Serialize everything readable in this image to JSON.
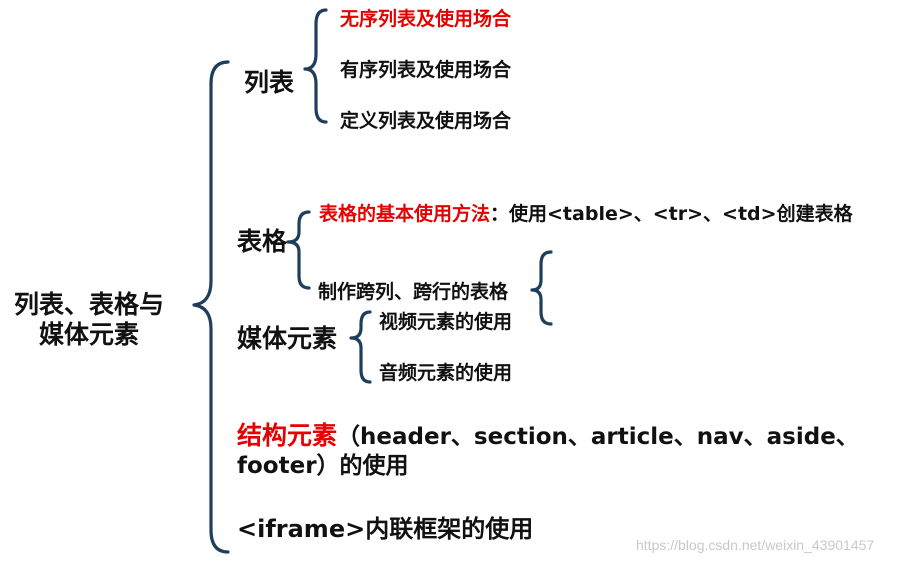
{
  "root": {
    "line1": "列表、表格与",
    "line2": "媒体元素"
  },
  "lists": {
    "title": "列表",
    "unordered": "无序列表及使用场合",
    "ordered": "有序列表及使用场合",
    "definition": "定义列表及使用场合"
  },
  "tables": {
    "title": "表格",
    "basic_label": "表格的基本使用方法",
    "basic_desc": "：使用<table>、<tr>、<td>创建表格",
    "span": "制作跨列、跨行的表格"
  },
  "media": {
    "title": "媒体元素",
    "video": "视频元素的使用",
    "audio": "音频元素的使用"
  },
  "structure": {
    "label": "结构元素",
    "desc_line1": "（header、section、article、nav、aside、",
    "desc_line2": "footer）的使用"
  },
  "iframe": {
    "text": "<iframe>内联框架的使用"
  },
  "watermark": "https://blog.csdn.net/weixin_43901457",
  "colors": {
    "brace": "#1e3f5c",
    "highlight": "#e60000",
    "text": "#111111"
  }
}
